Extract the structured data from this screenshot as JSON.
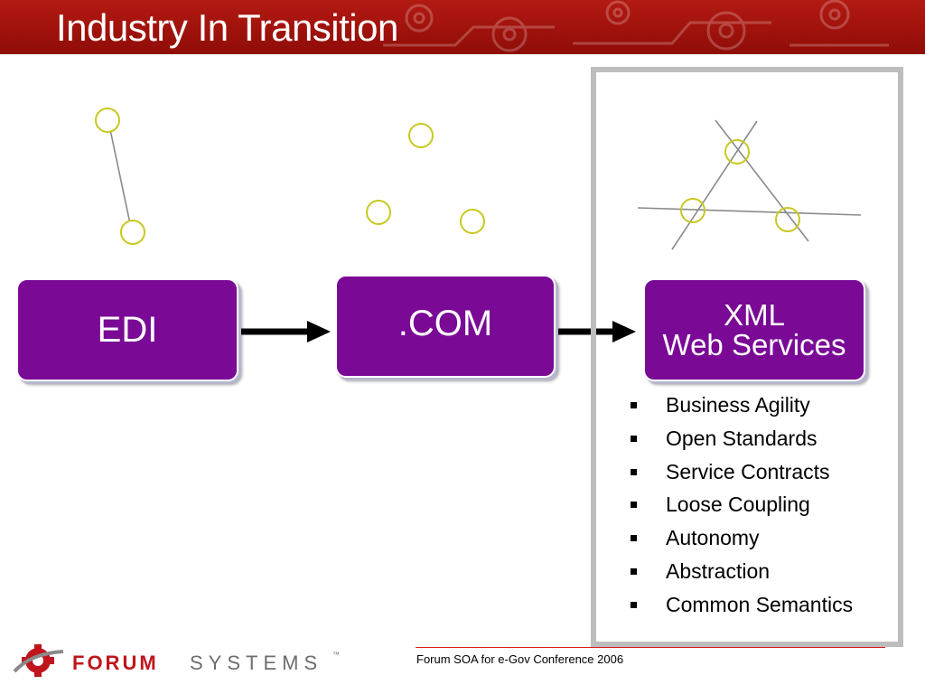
{
  "slide": {
    "title": "Industry In Transition",
    "stages": {
      "edi": "EDI",
      "com": ".COM",
      "xml_line1": "XML",
      "xml_line2": "Web Services"
    },
    "bullets": [
      "Business Agility",
      "Open Standards",
      "Service Contracts",
      "Loose Coupling",
      "Autonomy",
      "Abstraction",
      "Common Semantics"
    ],
    "footer": "Forum SOA for e-Gov Conference 2006",
    "logo": {
      "word1": "FORUM",
      "word2": "SYSTEMS",
      "trademark": "™"
    }
  },
  "colors": {
    "header_red": "#a0120c",
    "box_purple": "#7a0a96",
    "node_outline": "#c8c820",
    "frame_gray": "#bdbdbd",
    "footer_rule": "#d81e1e"
  }
}
